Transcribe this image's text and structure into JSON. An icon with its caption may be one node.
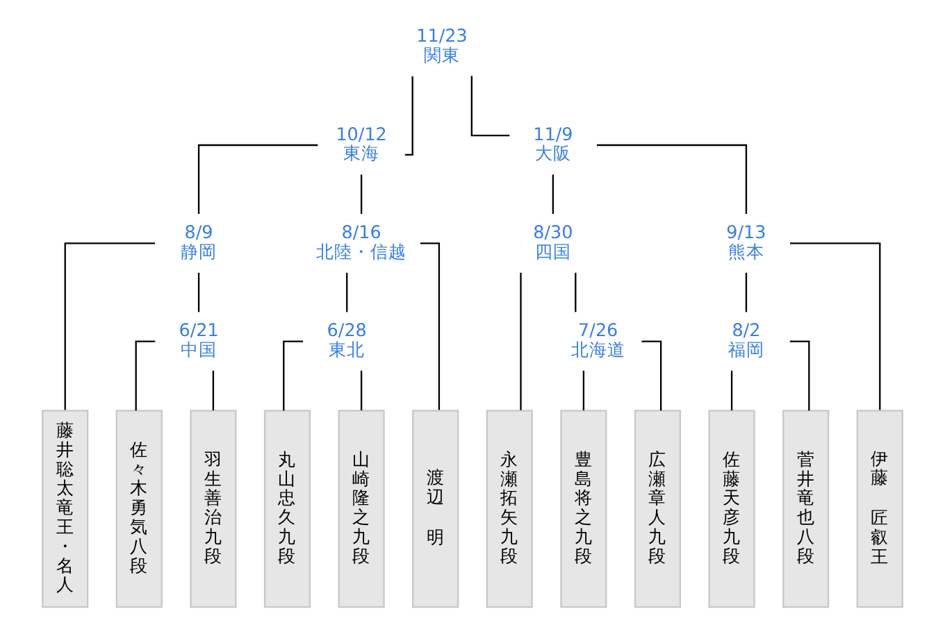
{
  "diagram": {
    "nodes": [
      {
        "text": [
          "11/23",
          "関東"
        ]
      },
      {
        "text": [
          "10/12",
          "東海"
        ]
      },
      {
        "text": [
          "11/9",
          "大阪"
        ]
      },
      {
        "text": [
          "8/9",
          "静岡"
        ]
      },
      {
        "text": [
          "8/16",
          "北陸・信越"
        ]
      },
      {
        "text": [
          "8/30",
          "四国"
        ]
      },
      {
        "text": [
          "9/13",
          "熊本"
        ]
      },
      {
        "text": [
          "6/21",
          "中国"
        ]
      },
      {
        "text": [
          "6/28",
          "東北"
        ]
      },
      {
        "text": [
          "7/26",
          "北海道"
        ]
      },
      {
        "text": [
          "8/2",
          "福岡"
        ]
      },
      {
        "text": [
          "藤井聡太竜王・名人"
        ]
      },
      {
        "text": [
          "佐々木勇気八段"
        ]
      },
      {
        "text": [
          "羽生善治九段"
        ]
      },
      {
        "text": [
          "丸山忠久九段"
        ]
      },
      {
        "text": [
          "山崎隆之九段"
        ]
      },
      {
        "text": [
          "渡辺",
          "明"
        ]
      },
      {
        "text": [
          "永瀬拓矢九段"
        ]
      },
      {
        "text": [
          "豊島将之九段"
        ]
      },
      {
        "text": [
          "広瀬章人九段"
        ]
      },
      {
        "text": [
          "佐藤天彦九段"
        ]
      },
      {
        "text": [
          "菅井竜也八段"
        ]
      },
      {
        "text": [
          "伊藤",
          "匠叡王"
        ]
      }
    ],
    "edges": [
      {
        "from": 0,
        "to": 1,
        "arrow": "none"
      },
      {
        "from": 0,
        "to": 2,
        "arrow": "none"
      },
      {
        "from": 1,
        "to": 3,
        "arrow": "none"
      },
      {
        "from": 1,
        "to": 4,
        "arrow": "none"
      },
      {
        "from": 2,
        "to": 5,
        "arrow": "none"
      },
      {
        "from": 2,
        "to": 6,
        "arrow": "none"
      },
      {
        "from": 3,
        "to": 11,
        "arrow": "none"
      },
      {
        "from": 3,
        "to": 7,
        "arrow": "none"
      },
      {
        "from": 7,
        "to": 12,
        "arrow": "none"
      },
      {
        "from": 7,
        "to": 13,
        "arrow": "none"
      },
      {
        "from": 4,
        "to": 8,
        "arrow": "none"
      },
      {
        "from": 8,
        "to": 14,
        "arrow": "none"
      },
      {
        "from": 8,
        "to": 15,
        "arrow": "none"
      },
      {
        "from": 4,
        "to": 16,
        "arrow": "none"
      },
      {
        "from": 5,
        "to": 17,
        "arrow": "none"
      },
      {
        "from": 5,
        "to": 9,
        "arrow": "none"
      },
      {
        "from": 9,
        "to": 18,
        "arrow": "none"
      },
      {
        "from": 9,
        "to": 19,
        "arrow": "none"
      },
      {
        "from": 6,
        "to": 10,
        "arrow": "none"
      },
      {
        "from": 10,
        "to": 20,
        "arrow": "none"
      },
      {
        "from": 10,
        "to": 21,
        "arrow": "none"
      },
      {
        "from": 6,
        "to": 22,
        "arrow": "none"
      }
    ]
  }
}
